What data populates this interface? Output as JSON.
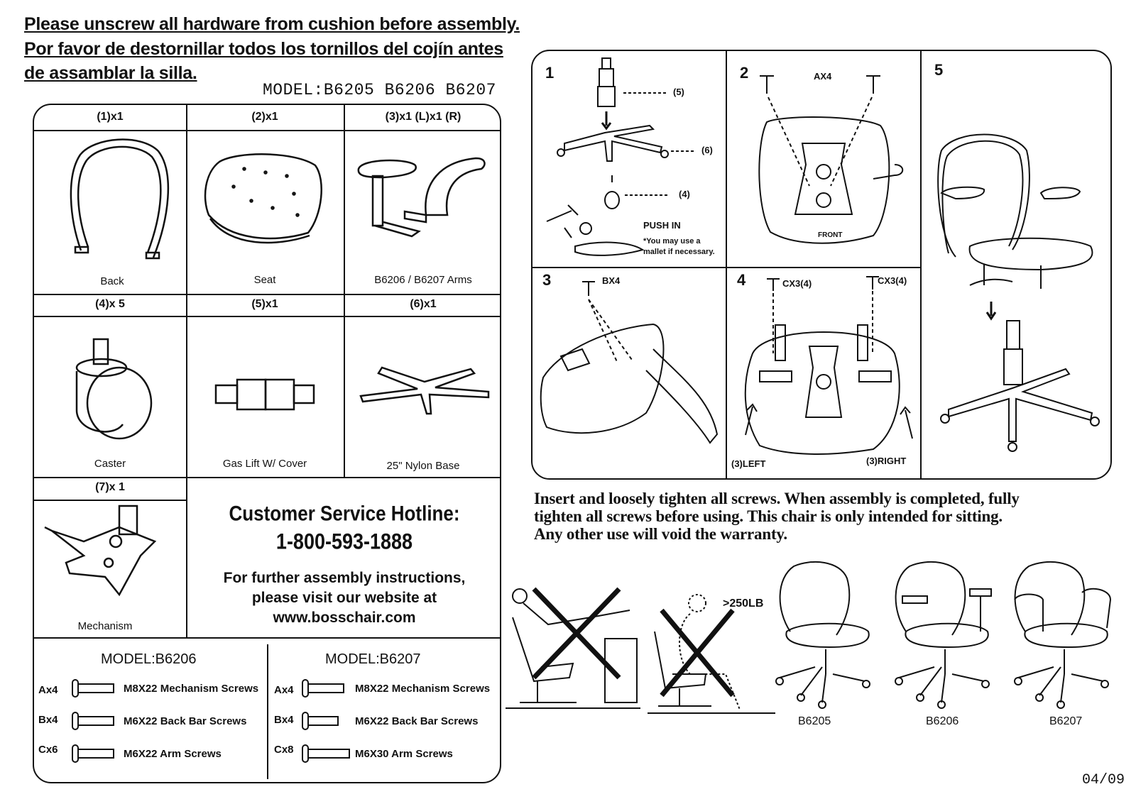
{
  "header": {
    "line1": "Please unscrew all hardware from cushion before assembly.",
    "line2": "Por favor de destornillar todos los tornillos del cojín antes",
    "line3": "de assamblar la silla.",
    "model": "MODEL:B6205 B6206 B6207"
  },
  "parts": [
    {
      "label": "(1)x1",
      "caption": "Back"
    },
    {
      "label": "(2)x1",
      "caption": "Seat"
    },
    {
      "label": "(3)x1 (L)x1 (R)",
      "caption": "B6206 / B6207 Arms"
    },
    {
      "label": "(4)x 5",
      "caption": "Caster"
    },
    {
      "label": "(5)x1",
      "caption": "Gas Lift W/ Cover"
    },
    {
      "label": "(6)x1",
      "caption": "25\" Nylon Base"
    },
    {
      "label": "(7)x 1",
      "caption": "Mechanism"
    }
  ],
  "hotline": {
    "title": "Customer Service Hotline:",
    "phone": "1-800-593-1888",
    "line1": "For further assembly instructions,",
    "line2": "please visit our website at",
    "url": "www.bosschair.com"
  },
  "hardware": [
    {
      "model": "MODEL:B6206",
      "rows": [
        {
          "code": "Ax4",
          "desc": "M8X22 Mechanism Screws"
        },
        {
          "code": "Bx4",
          "desc": "M6X22 Back Bar Screws"
        },
        {
          "code": "Cx6",
          "desc": "M6X22 Arm Screws"
        }
      ]
    },
    {
      "model": "MODEL:B6207",
      "rows": [
        {
          "code": "Ax4",
          "desc": "M8X22 Mechanism Screws"
        },
        {
          "code": "Bx4",
          "desc": "M6X22 Back Bar Screws"
        },
        {
          "code": "Cx8",
          "desc": "M6X30 Arm Screws"
        }
      ]
    }
  ],
  "steps": {
    "s1": {
      "num": "1",
      "l5": "(5)",
      "l6": "(6)",
      "l4": "(4)",
      "push": "PUSH IN",
      "note1": "*You may use a",
      "note2": "mallet if necessary."
    },
    "s2": {
      "num": "2",
      "hw": "AX4",
      "front": "FRONT"
    },
    "s3": {
      "num": "3",
      "hw": "BX4"
    },
    "s4": {
      "num": "4",
      "hw1": "CX3(4)",
      "hw2": "CX3(4)",
      "left": "(3)LEFT",
      "right": "(3)RIGHT"
    },
    "s5": {
      "num": "5"
    }
  },
  "warning": {
    "line1": "Insert and loosely tighten all screws. When assembly is completed, fully",
    "line2": "tighten all screws before using. This chair is only intended for sitting.",
    "line3": "Any other use will void the warranty."
  },
  "weight_label": ">250LB",
  "models": [
    "B6205",
    "B6206",
    "B6207"
  ],
  "date": "04/09"
}
